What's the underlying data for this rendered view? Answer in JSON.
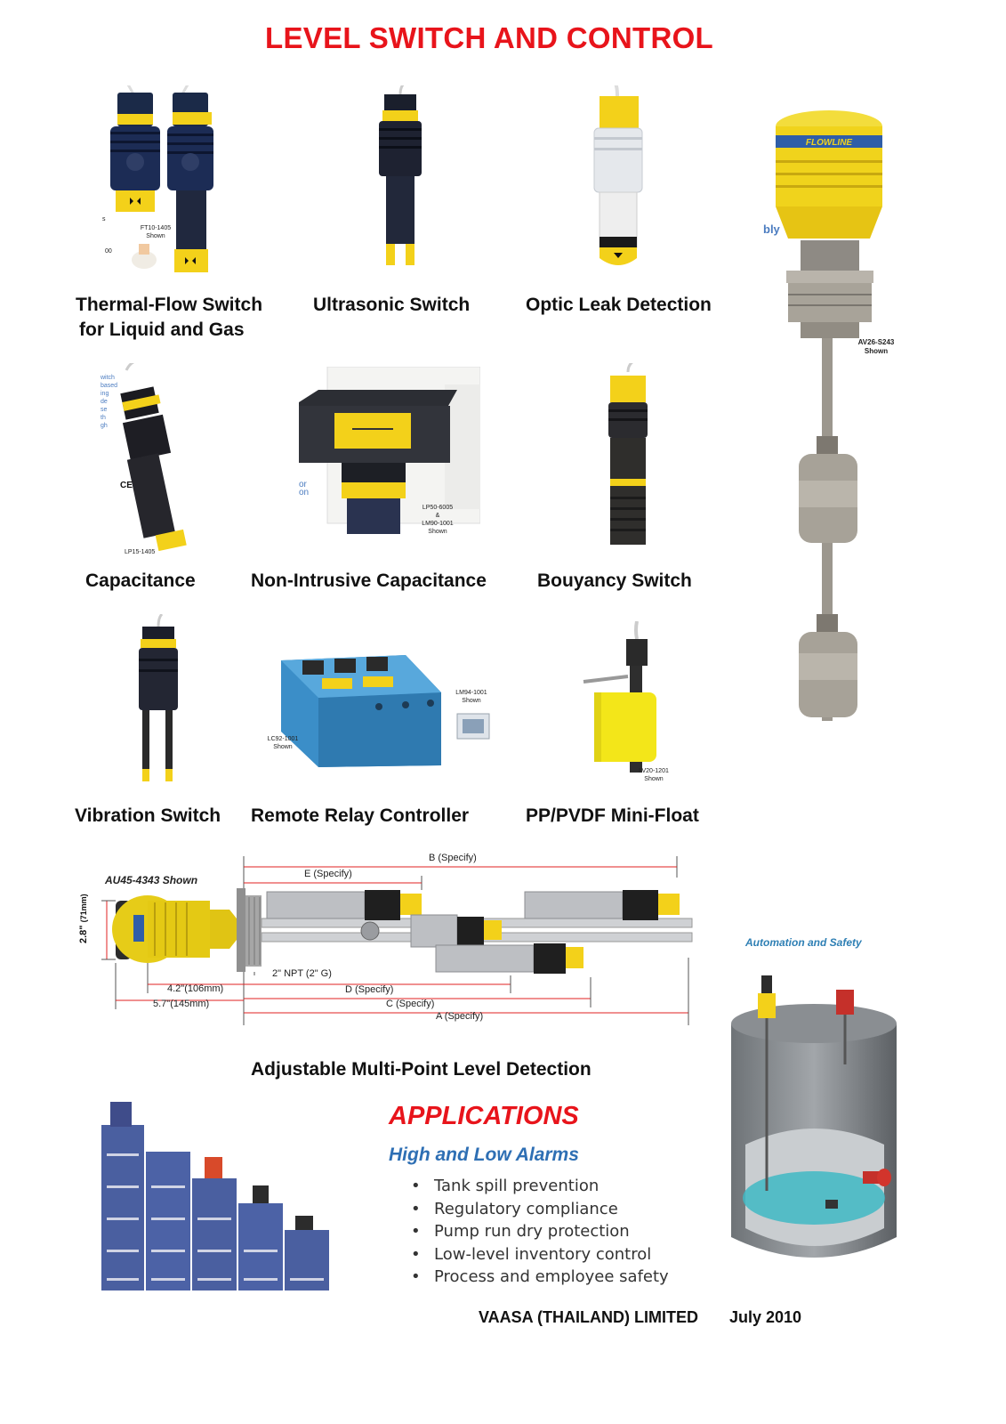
{
  "title": "LEVEL SWITCH AND CONTROL",
  "brand": "FLOWLINE",
  "products": [
    {
      "line1": "Thermal-Flow Switch",
      "line2": "for Liquid and Gas",
      "model_note": "FT10-1405\nShown"
    },
    {
      "line1": "Ultrasonic Switch"
    },
    {
      "line1": "Optic Leak Detection"
    },
    {
      "line1": "Capacitance",
      "model_note": "LP15-1405"
    },
    {
      "line1": "Non-Intrusive Capacitance",
      "model_note": "LP50-6005\n&\nLM90-1001\nShown"
    },
    {
      "line1": "Bouyancy Switch"
    },
    {
      "line1": "Vibration Switch"
    },
    {
      "line1": "Remote Relay Controller",
      "model_note": "LC92-1001\nShown",
      "model_note2": "LM94-1001\nShown"
    },
    {
      "line1": "PP/PVDF Mini-Float",
      "model_note": "LV20-1201\nShown"
    }
  ],
  "tall_float": {
    "model_note": "AV26-S243\nShown",
    "side_text": "bly"
  },
  "fragments": {
    "fr1": "s",
    "fr2": "00",
    "fr3": "witch\nbased\ning\nde\nse\nth\ngh",
    "fr4": "CE",
    "fr5": "or\non"
  },
  "multipoint": {
    "shown": "AU45-4343 Shown",
    "b": "B (Specify)",
    "e": "E (Specify)",
    "height": "2.8\"",
    "height_mm": "(71mm)",
    "npt": "2\" NPT (2\" G)",
    "d1": "4.2\"(106mm)",
    "d2": "5.7\"(145mm)",
    "d": "D (Specify)",
    "c": "C (Specify)",
    "a": "A (Specify)",
    "caption": "Adjustable Multi-Point Level Detection"
  },
  "applications": {
    "title": "APPLICATIONS",
    "subtitle": "High and Low Alarms",
    "bullet": "•",
    "items": [
      "Tank spill prevention",
      "Regulatory compliance",
      "Pump run dry protection",
      "Low-level inventory control",
      "Process and employee safety"
    ],
    "tank_label": "Automation and Safety"
  },
  "footer": {
    "company": "VAASA (THAILAND) LIMITED",
    "date": "July 2010"
  }
}
